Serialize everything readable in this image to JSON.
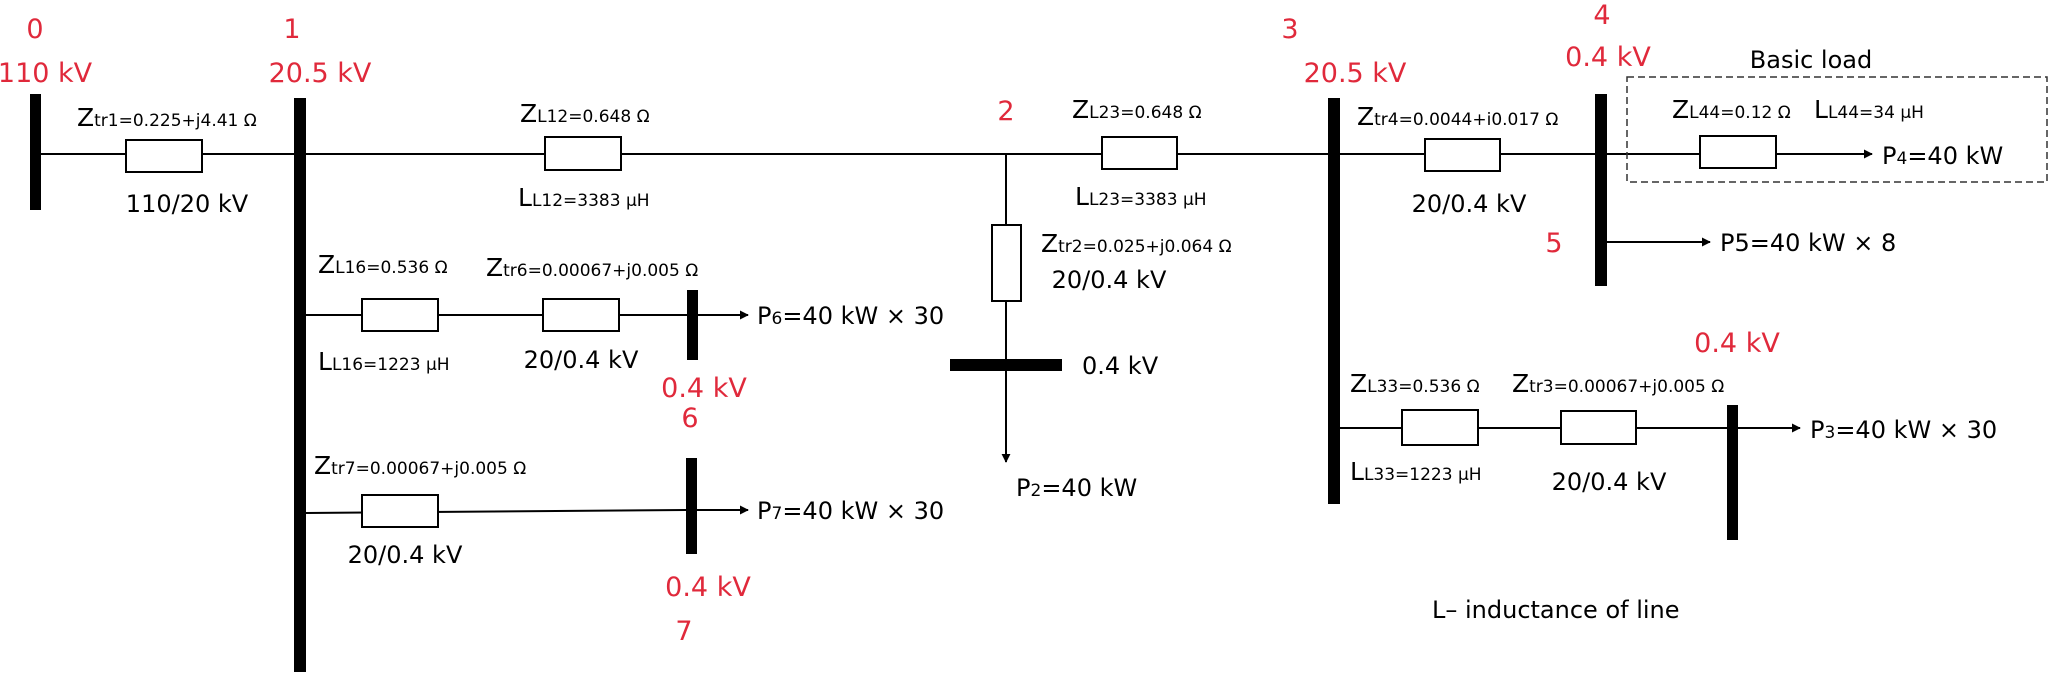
{
  "nodes": {
    "n0": {
      "id": "0",
      "voltage": "110 kV"
    },
    "n1": {
      "id": "1",
      "voltage": "20.5 kV"
    },
    "n2": {
      "id": "2"
    },
    "n3": {
      "id": "3",
      "voltage": "20.5 kV"
    },
    "n4": {
      "id": "4",
      "voltage": "0.4 kV"
    },
    "n5": {
      "id": "5"
    },
    "n6": {
      "id": "6",
      "voltage": "0.4 kV"
    },
    "n7": {
      "id": "7",
      "voltage": "0.4 kV"
    },
    "n3b": {
      "voltage": "0.4 kV"
    }
  },
  "bus2_voltage": "0.4 kV",
  "basic_load": {
    "title": "Basic load"
  },
  "impedances": {
    "ztr1": {
      "sym": "Z",
      "sub": "tr1",
      "val": "=0.225+j4.41 Ω"
    },
    "zl12": {
      "sym": "Z",
      "sub": "L12",
      "val": "=0.648 Ω"
    },
    "ll12": {
      "sym": "L",
      "sub": "L12",
      "val": "=3383 μH"
    },
    "zl23": {
      "sym": "Z",
      "sub": "L23",
      "val": "=0.648 Ω"
    },
    "ll23": {
      "sym": "L",
      "sub": "L23",
      "val": "=3383 μH"
    },
    "ztr4": {
      "sym": "Z",
      "sub": "tr4",
      "val": "=0.0044+i0.017 Ω"
    },
    "zl44": {
      "sym": "Z",
      "sub": "L44",
      "val": "=0.12 Ω"
    },
    "ll44": {
      "sym": "L",
      "sub": "L44",
      "val": "=34 μH"
    },
    "ztr2": {
      "sym": "Z",
      "sub": "tr2",
      "val": "=0.025+j0.064 Ω"
    },
    "zl16": {
      "sym": "Z",
      "sub": "L16",
      "val": "=0.536 Ω"
    },
    "ll16": {
      "sym": "L",
      "sub": "L16",
      "val": "=1223 μH"
    },
    "ztr6": {
      "sym": "Z",
      "sub": "tr6",
      "val": "=0.00067+j0.005 Ω"
    },
    "ztr7": {
      "sym": "Z",
      "sub": "tr7",
      "val": "=0.00067+j0.005 Ω"
    },
    "zl33": {
      "sym": "Z",
      "sub": "L33",
      "val": "=0.536 Ω"
    },
    "ll33": {
      "sym": "L",
      "sub": "L33",
      "val": "=1223 μH"
    },
    "ztr3": {
      "sym": "Z",
      "sub": "tr3",
      "val": "=0.00067+j0.005 Ω"
    }
  },
  "ratios": {
    "tr1": "110/20 kV",
    "tr4": "20/0.4 kV",
    "tr2": "20/0.4 kV",
    "tr6": "20/0.4 kV",
    "tr7": "20/0.4 kV",
    "tr3": "20/0.4 kV"
  },
  "loads": {
    "p4": {
      "sym": "P",
      "sub": "4",
      "val": "=40 kW"
    },
    "p5": {
      "sym": "P5",
      "sub": "",
      "val": "=40 kW × 8"
    },
    "p6": {
      "sym": "P",
      "sub": "6",
      "val": "=40 kW × 30"
    },
    "p7": {
      "sym": "P",
      "sub": "7",
      "val": "=40 kW × 30"
    },
    "p2": {
      "sym": "P",
      "sub": "2",
      "val": "=40 kW"
    },
    "p3": {
      "sym": "P",
      "sub": "3",
      "val": "=40 kW × 30"
    }
  },
  "note": "L– inductance of line"
}
